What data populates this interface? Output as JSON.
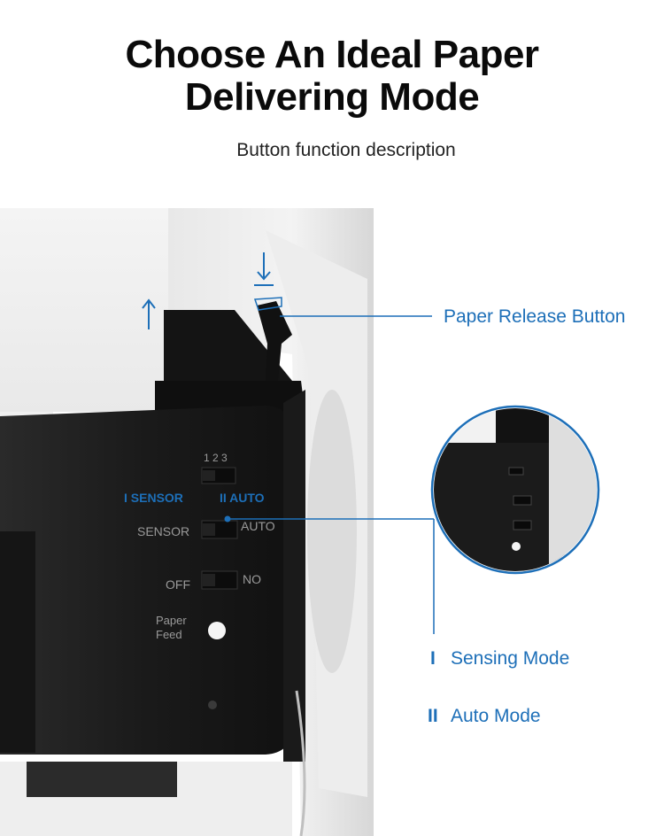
{
  "header": {
    "title_line1": "Choose An Ideal Paper",
    "title_line2": "Delivering Mode",
    "subtitle": "Button function description"
  },
  "callouts": {
    "paper_release": "Paper Release Button",
    "sensing_mode": "Sensing Mode",
    "auto_mode": "Auto Mode",
    "sensing_marker": "I",
    "auto_marker": "II"
  },
  "device_labels": {
    "sensor_overlay": "I SENSOR",
    "auto_overlay": "II AUTO",
    "dip_numbers": "1 2 3",
    "switch_sensor": "SENSOR",
    "switch_auto": "AUTO",
    "switch_off": "OFF",
    "switch_no": "NO",
    "paper_feed_line1": "Paper",
    "paper_feed_line2": "Feed"
  },
  "colors": {
    "accent": "#1d6fb8",
    "housing": "#1c1c1c",
    "background": "#ffffff"
  }
}
